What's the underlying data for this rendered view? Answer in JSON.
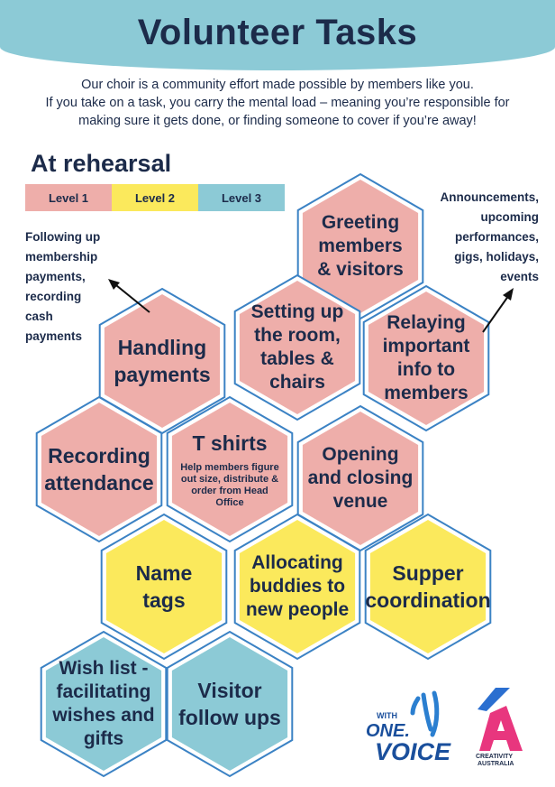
{
  "header": {
    "title": "Volunteer Tasks"
  },
  "intro": {
    "line1": "Our choir is a community effort made possible by members like you.",
    "line2": "If you take on a task, you carry the mental load – meaning you’re responsible for",
    "line3": "making sure it gets done, or finding someone to cover if you’re away!"
  },
  "section": {
    "title": "At rehearsal"
  },
  "legend": {
    "items": [
      {
        "label": "Level 1",
        "color": "#eeaeaa"
      },
      {
        "label": "Level 2",
        "color": "#fbe95c"
      },
      {
        "label": "Level 3",
        "color": "#8ccad6"
      }
    ]
  },
  "notes": {
    "left": [
      "Following up",
      "membership",
      "payments,",
      "recording",
      "cash",
      "payments"
    ],
    "right": [
      "Announcements,",
      "upcoming",
      "performances,",
      "gigs, holidays,",
      "events"
    ]
  },
  "tasks": [
    {
      "title": [
        "Greeting",
        "members",
        "& visitors"
      ],
      "level": 1
    },
    {
      "title": [
        "Handling",
        "payments"
      ],
      "level": 1
    },
    {
      "title": [
        "Setting up",
        "the room,",
        "tables &",
        "chairs"
      ],
      "level": 1
    },
    {
      "title": [
        "Relaying",
        "important",
        "info to",
        "members"
      ],
      "level": 1
    },
    {
      "title": [
        "Recording",
        "attendance"
      ],
      "level": 1
    },
    {
      "title": [
        "T shirts"
      ],
      "subtitle": [
        "Help members figure",
        "out size, distribute &",
        "order from Head",
        "Office"
      ],
      "level": 1
    },
    {
      "title": [
        "Opening",
        "and closing",
        "venue"
      ],
      "level": 1
    },
    {
      "title": [
        "Name",
        "tags"
      ],
      "level": 2
    },
    {
      "title": [
        "Allocating",
        "buddies to",
        "new people"
      ],
      "level": 2
    },
    {
      "title": [
        "Supper",
        "coordination"
      ],
      "level": 2
    },
    {
      "title": [
        "Wish list -",
        "facilitating",
        "wishes and",
        "gifts"
      ],
      "level": 3
    },
    {
      "title": [
        "Visitor",
        "follow ups"
      ],
      "level": 3
    }
  ],
  "colors": {
    "level1": "#eeaeaa",
    "level2": "#fbe95c",
    "level3": "#8ccad6",
    "outline": "#3b82c4",
    "text": "#1c2b4a",
    "header_band": "#8ccad6"
  },
  "logos": {
    "onevoice": {
      "small": "WITH",
      "line1": "ONE",
      "line2": "VOICE"
    },
    "creativity": {
      "line1": "CREATIVITY",
      "line2": "AUSTRALIA"
    }
  }
}
